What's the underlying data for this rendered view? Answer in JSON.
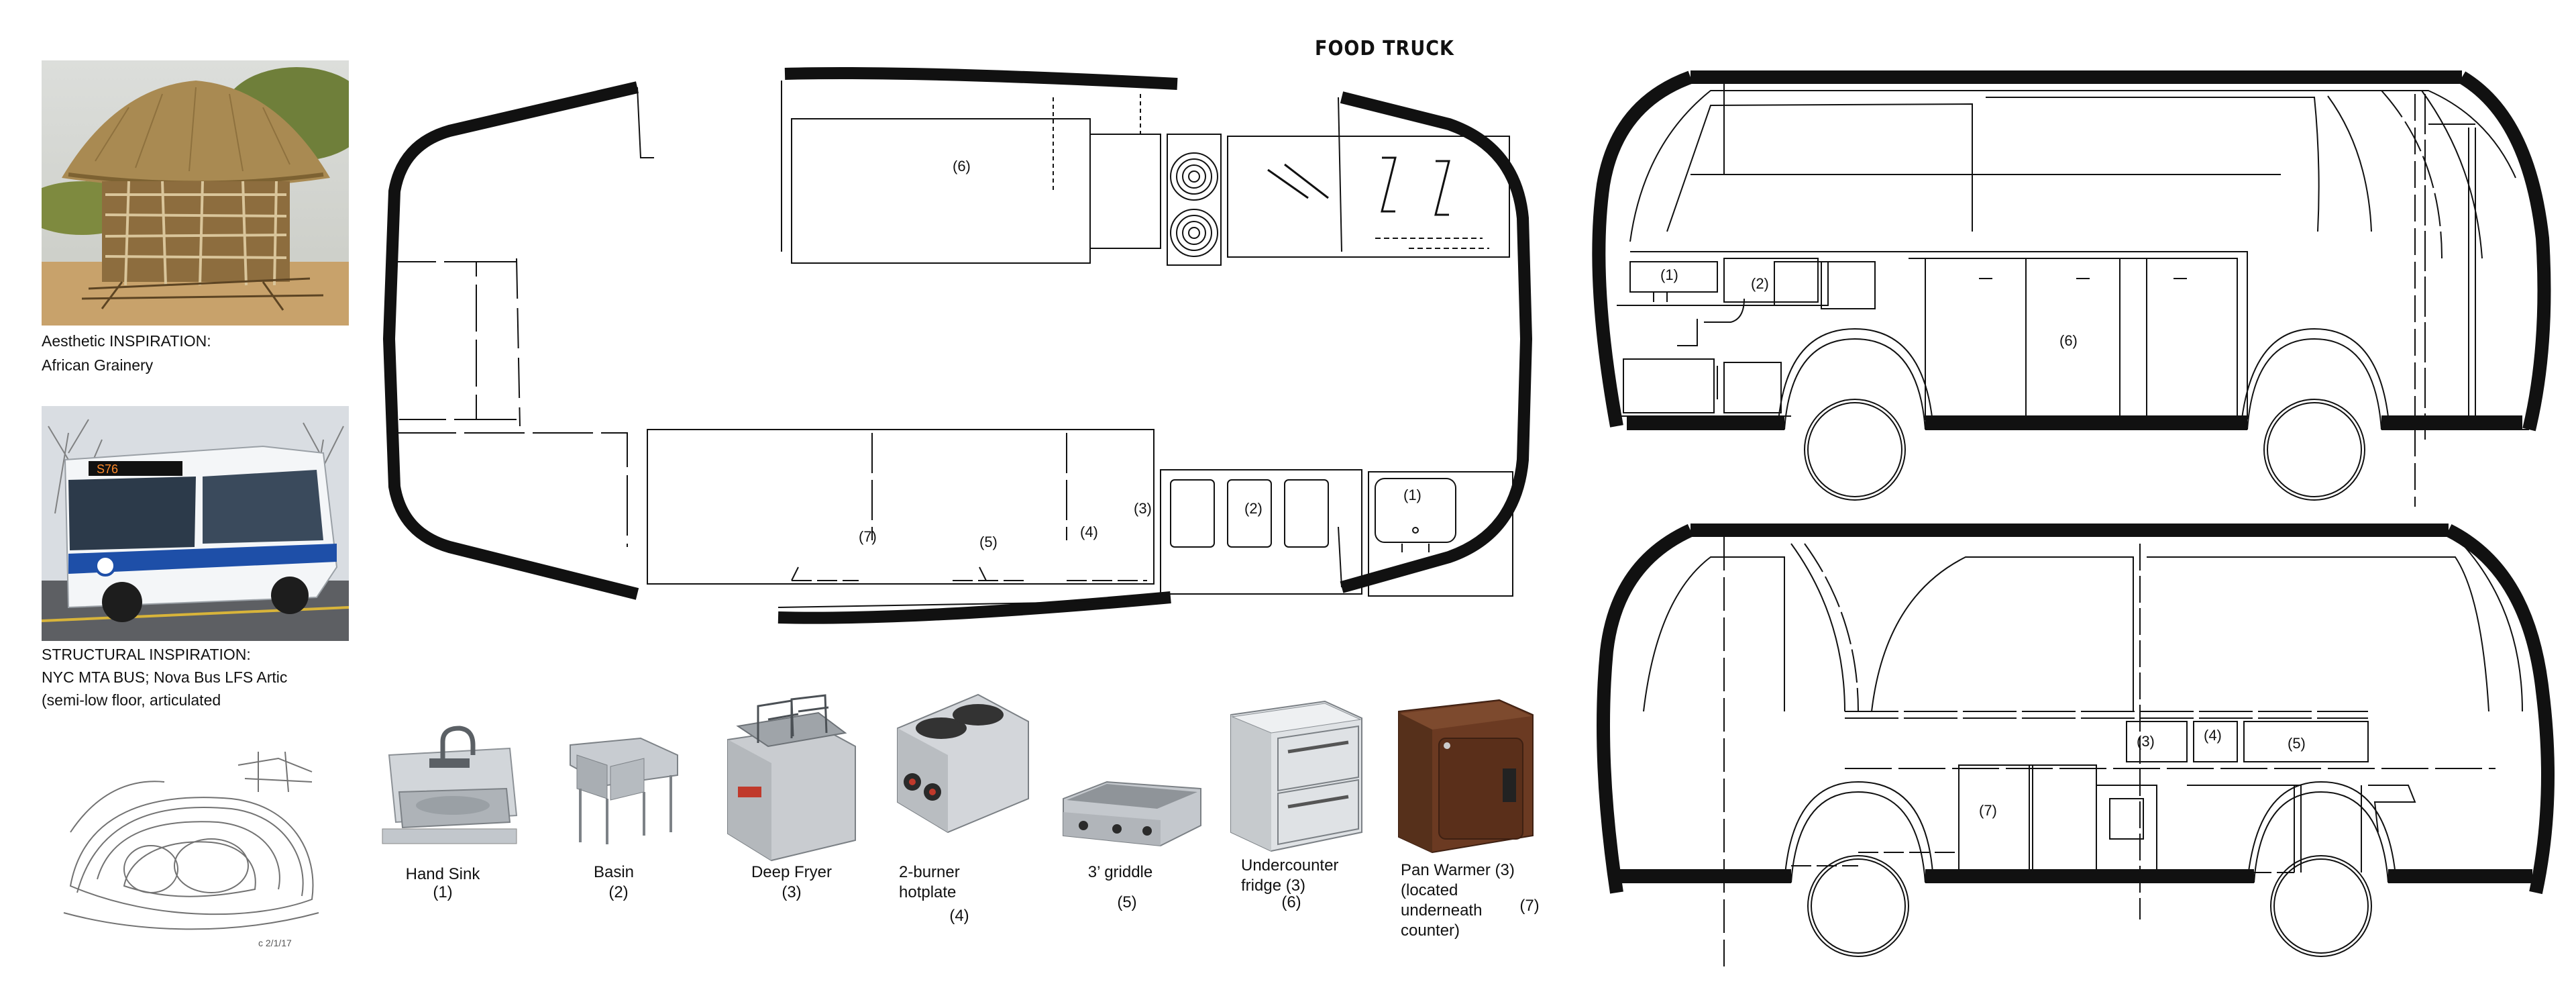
{
  "title": "FOOD TRUCK",
  "inspiration": {
    "aesthetic_caption": "Aesthetic  INSPIRATION:\nAfrican Grainery",
    "structural_caption": "STRUCTURAL INSPIRATION:\n NYC MTA BUS; Nova Bus LFS Artic\n(semi-low floor, articulated",
    "bus_sign": "S76"
  },
  "plan_labels": {
    "l1": "(1)",
    "l2": "(2)",
    "l3": "(3)",
    "l4": "(4)",
    "l5": "(5)",
    "l6": "(6)",
    "l7": "(7)"
  },
  "elevation_top_labels": {
    "l1": "(1)",
    "l2": "(2)",
    "l6": "(6)"
  },
  "elevation_bottom_labels": {
    "l3": "(3)",
    "l4": "(4)",
    "l5": "(5)",
    "l7": "(7)"
  },
  "equipment": [
    {
      "label": "Hand Sink",
      "num": "(1)"
    },
    {
      "label": "Basin",
      "num": "(2)"
    },
    {
      "label": "Deep Fryer",
      "num": "(3)"
    },
    {
      "label": "2-burner\nhotplate",
      "num": "(4)"
    },
    {
      "label": "3’ griddle",
      "num": "(5)"
    },
    {
      "label": "Undercounter\nfridge (3)",
      "num": "(6)"
    },
    {
      "label": "Pan Warmer (3)\n(located\nunderneath\ncounter)",
      "num": "(7)"
    }
  ],
  "colors": {
    "thatch": "#a98a52",
    "sky": "#d7d9d4",
    "bus_blue": "#1e4fa8",
    "warmer_brown": "#6b3a22",
    "steel": "#c9ccd0"
  },
  "icons": [
    "grainery-photo",
    "bus-photo",
    "sketch-drawing",
    "hand-sink-icon",
    "basin-icon",
    "deep-fryer-icon",
    "hotplate-icon",
    "griddle-icon",
    "fridge-icon",
    "pan-warmer-icon"
  ]
}
